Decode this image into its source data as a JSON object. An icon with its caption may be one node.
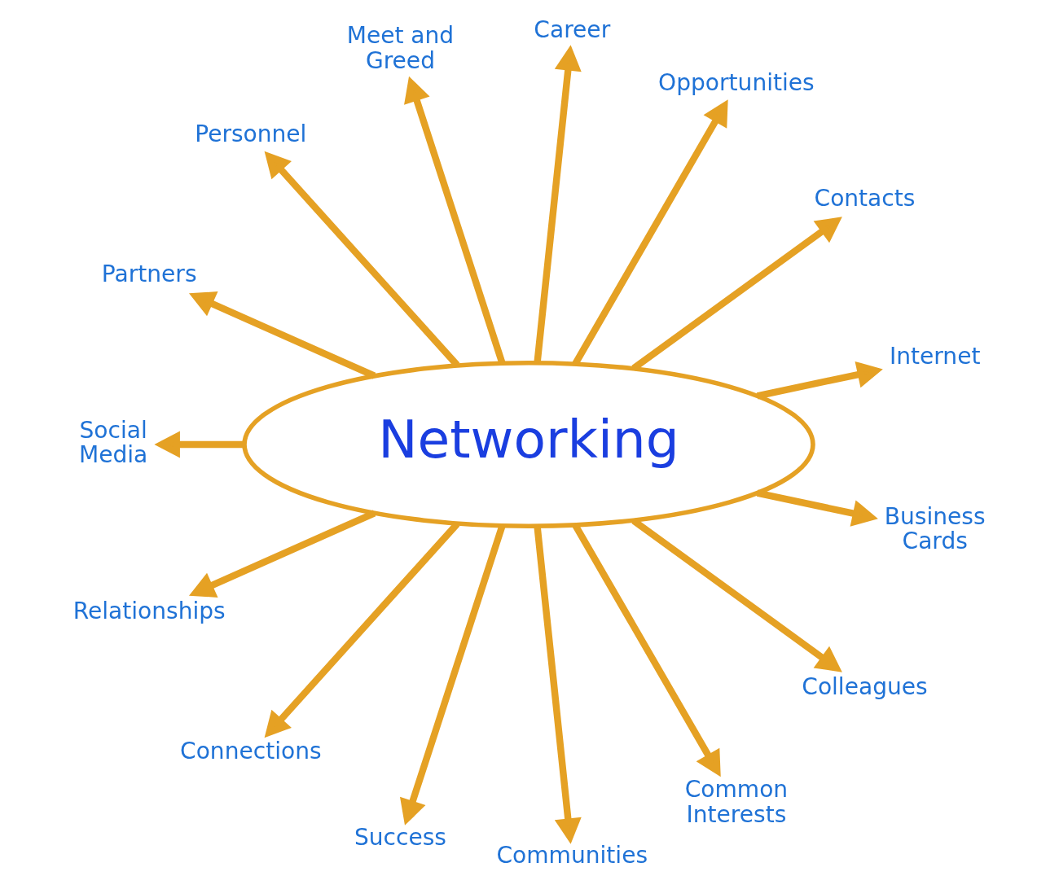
{
  "diagram": {
    "nodes": [
      {
        "text": [
          "Networking"
        ]
      },
      {
        "text": [
          "Meet and Greed"
        ]
      },
      {
        "text": [
          "Personnel"
        ]
      },
      {
        "text": [
          "Opportunities"
        ]
      },
      {
        "text": [
          "Career"
        ]
      },
      {
        "text": [
          "Partners"
        ]
      },
      {
        "text": [
          "Contacts"
        ]
      },
      {
        "text": [
          "Social Media"
        ]
      },
      {
        "text": [
          "Internet"
        ]
      },
      {
        "text": [
          "Business Cards"
        ]
      },
      {
        "text": [
          "Relationships"
        ]
      },
      {
        "text": [
          "Success"
        ]
      },
      {
        "text": [
          "Common Interests"
        ]
      },
      {
        "text": [
          "Colleagues"
        ]
      },
      {
        "text": [
          "Connections"
        ]
      },
      {
        "text": [
          "Communities"
        ]
      }
    ],
    "edges": [
      {
        "from": 0,
        "to": 8,
        "arrow": "to"
      },
      {
        "from": 0,
        "to": 6,
        "arrow": "to"
      },
      {
        "from": 0,
        "to": 3,
        "arrow": "to"
      },
      {
        "from": 0,
        "to": 4,
        "arrow": "to"
      },
      {
        "from": 0,
        "to": 1,
        "arrow": "to"
      },
      {
        "from": 0,
        "to": 2,
        "arrow": "to"
      },
      {
        "from": 0,
        "to": 5,
        "arrow": "to"
      },
      {
        "from": 0,
        "to": 7,
        "arrow": "to"
      },
      {
        "from": 0,
        "to": 10,
        "arrow": "to"
      },
      {
        "from": 0,
        "to": 14,
        "arrow": "to"
      },
      {
        "from": 0,
        "to": 11,
        "arrow": "to"
      },
      {
        "from": 0,
        "to": 15,
        "arrow": "to"
      },
      {
        "from": 0,
        "to": 12,
        "arrow": "to"
      },
      {
        "from": 0,
        "to": 13,
        "arrow": "to"
      },
      {
        "from": 0,
        "to": 9,
        "arrow": "to"
      }
    ]
  }
}
